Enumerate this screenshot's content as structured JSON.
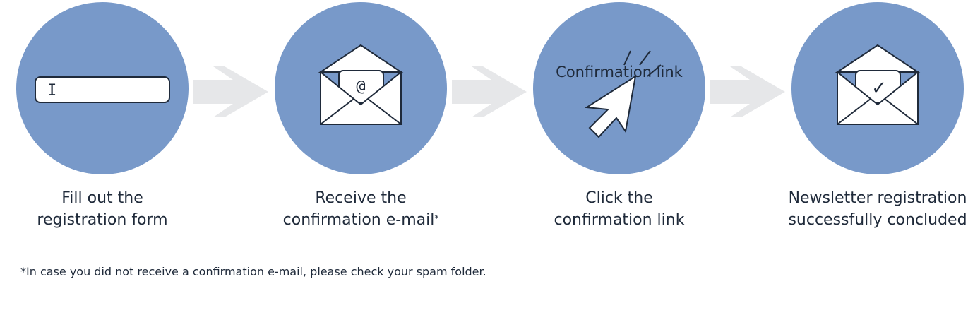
{
  "colors": {
    "circle": "#7899c9",
    "arrow": "#e6e7e9",
    "stroke": "#1f2a3a",
    "paper": "#ffffff"
  },
  "steps": [
    {
      "line1": "Fill out the",
      "line2": "registration form",
      "icon": "text-input-field-icon",
      "field_cursor": "I"
    },
    {
      "line1": "Receive the",
      "line2": "confirmation e-mail",
      "marker": "*",
      "icon": "envelope-at-icon",
      "envelope_symbol": "@"
    },
    {
      "line1": "Click the",
      "line2": "confirmation link",
      "icon": "cursor-click-icon",
      "link_text": "Confirmation link"
    },
    {
      "line1": "Newsletter registration",
      "line2": "successfully concluded",
      "icon": "envelope-check-icon",
      "envelope_symbol": "✓"
    }
  ],
  "connectors": [
    "arrow-right-icon",
    "arrow-right-icon",
    "arrow-right-icon"
  ],
  "footnote": "*In case you did not receive a confirmation e-mail, please check your spam folder."
}
